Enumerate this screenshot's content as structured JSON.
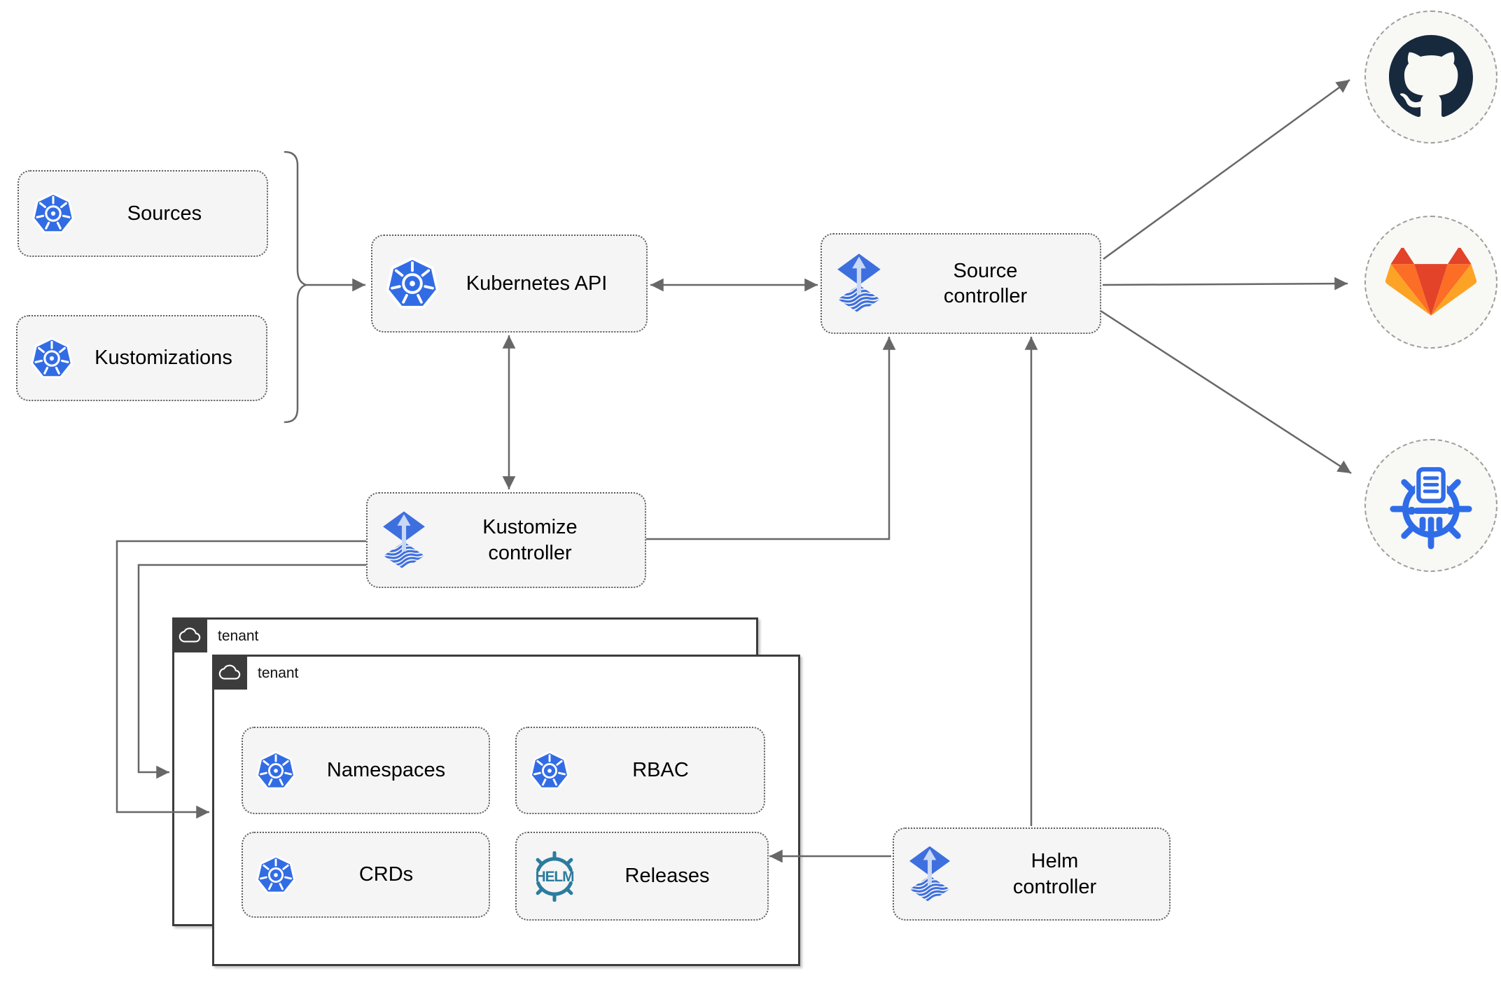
{
  "colors": {
    "kubernetes_blue": "#326ce5",
    "flux_blue": "#3e6fde",
    "flux_arrow_light": "#c9d8f5",
    "helm_teal": "#2b7c9e",
    "chartmuseum_blue": "#2f6ce8",
    "github_dark": "#17293d",
    "gitlab_red": "#e24329",
    "gitlab_orange": "#fc6d26",
    "gitlab_yellow": "#fca326",
    "line_gray": "#676767"
  },
  "left_group": {
    "items": [
      {
        "label": "Sources",
        "icon": "kubernetes-icon"
      },
      {
        "label": "Kustomizations",
        "icon": "kubernetes-icon"
      }
    ]
  },
  "nodes": {
    "kubernetes_api": {
      "label": "Kubernetes API",
      "icon": "kubernetes-icon"
    },
    "source_controller": {
      "label": "Source controller",
      "icon": "flux-icon"
    },
    "kustomize_controller": {
      "label": "Kustomize controller",
      "icon": "flux-icon"
    },
    "helm_controller": {
      "label": "Helm controller",
      "icon": "flux-icon"
    }
  },
  "tenants": {
    "outer": {
      "label": "tenant",
      "icon": "cloud-icon"
    },
    "inner": {
      "label": "tenant",
      "icon": "cloud-icon",
      "items": [
        {
          "label": "Namespaces",
          "icon": "kubernetes-icon"
        },
        {
          "label": "RBAC",
          "icon": "kubernetes-icon"
        },
        {
          "label": "CRDs",
          "icon": "kubernetes-icon"
        },
        {
          "label": "Releases",
          "icon": "helm-icon"
        }
      ]
    }
  },
  "externals": [
    {
      "name": "GitHub",
      "icon": "github-icon"
    },
    {
      "name": "GitLab",
      "icon": "gitlab-icon"
    },
    {
      "name": "ChartMuseum",
      "icon": "chartmuseum-icon"
    }
  ],
  "icons": {
    "helm_text": "HELM"
  },
  "edges": [
    {
      "from": "sources-kustomizations-brace",
      "to": "kubernetes-api",
      "type": "arrow"
    },
    {
      "from": "kubernetes-api",
      "to": "source-controller",
      "type": "double-arrow"
    },
    {
      "from": "kubernetes-api",
      "to": "kustomize-controller",
      "type": "double-arrow"
    },
    {
      "from": "kustomize-controller",
      "to": "source-controller",
      "type": "arrow"
    },
    {
      "from": "kustomize-controller",
      "to": "tenant-outer",
      "type": "arrow"
    },
    {
      "from": "kustomize-controller",
      "to": "tenant-inner",
      "type": "arrow"
    },
    {
      "from": "helm-controller",
      "to": "source-controller",
      "type": "arrow"
    },
    {
      "from": "helm-controller",
      "to": "releases",
      "type": "arrow"
    },
    {
      "from": "source-controller",
      "to": "github",
      "type": "arrow"
    },
    {
      "from": "source-controller",
      "to": "gitlab",
      "type": "arrow"
    },
    {
      "from": "source-controller",
      "to": "chartmuseum",
      "type": "arrow"
    }
  ]
}
